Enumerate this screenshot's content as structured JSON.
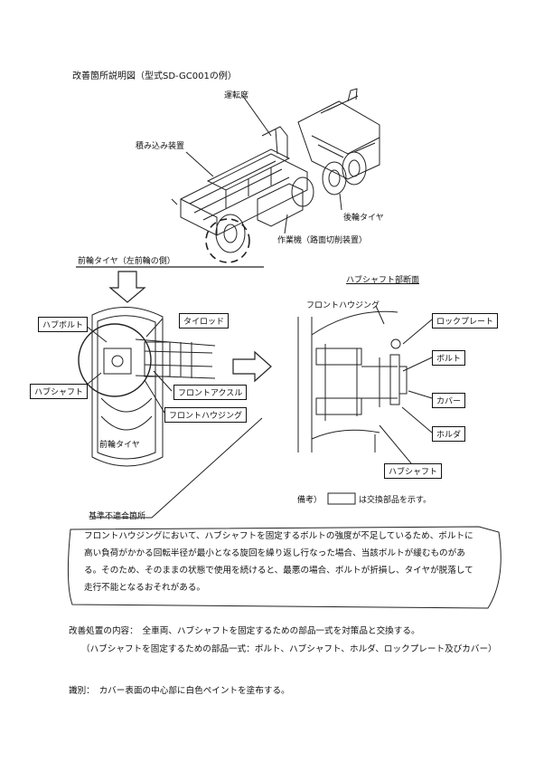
{
  "title": "改善箇所説明図（型式SD-GC001の例）",
  "truck": {
    "driver_seat": "運転席",
    "loader": "積み込み装置",
    "rear_tire": "後輪タイヤ",
    "work_machine": "作業機（路面切削装置）",
    "front_tire": "前輪タイヤ（左前輪の側）"
  },
  "hub": {
    "hub_bolt": "ハブボルト",
    "tie_rod": "タイロッド",
    "hub_shaft": "ハブシャフト",
    "front_axle": "フロントアクスル",
    "front_housing": "フロントハウジング",
    "front_tire": "前輪タイヤ"
  },
  "section": {
    "title": "ハブシャフト部断面",
    "front_housing": "フロントハウジング",
    "lock_plate": "ロックプレート",
    "bolt": "ボルト",
    "cover": "カバー",
    "holder": "ホルダ",
    "hub_shaft": "ハブシャフト",
    "remark_prefix": "備考）",
    "remark_suffix": "は交換部品を示す。"
  },
  "nonconform_label": "基準不適合箇所",
  "note": "フロントハウジングにおいて、ハブシャフトを固定するボルトの強度が不足しているため、ボルトに高い負荷がかかる回転半径が最小となる旋回を繰り返し行なった場合、当該ボルトが緩むものがある。そのため、そのままの状態で使用を続けると、最悪の場合、ボルトが折損し、タイヤが脱落して走行不能となるおそれがある。",
  "remedy": {
    "line1": "改善処置の内容：　全車両、ハブシャフトを固定するための部品一式を対策品と交換する。",
    "line2": "（ハブシャフトを固定するための部品一式：ボルト、ハブシャフト、ホルダ、ロックプレート及びカバー）"
  },
  "identification": "識別：　カバー表面の中心部に白色ペイントを塗布する。"
}
